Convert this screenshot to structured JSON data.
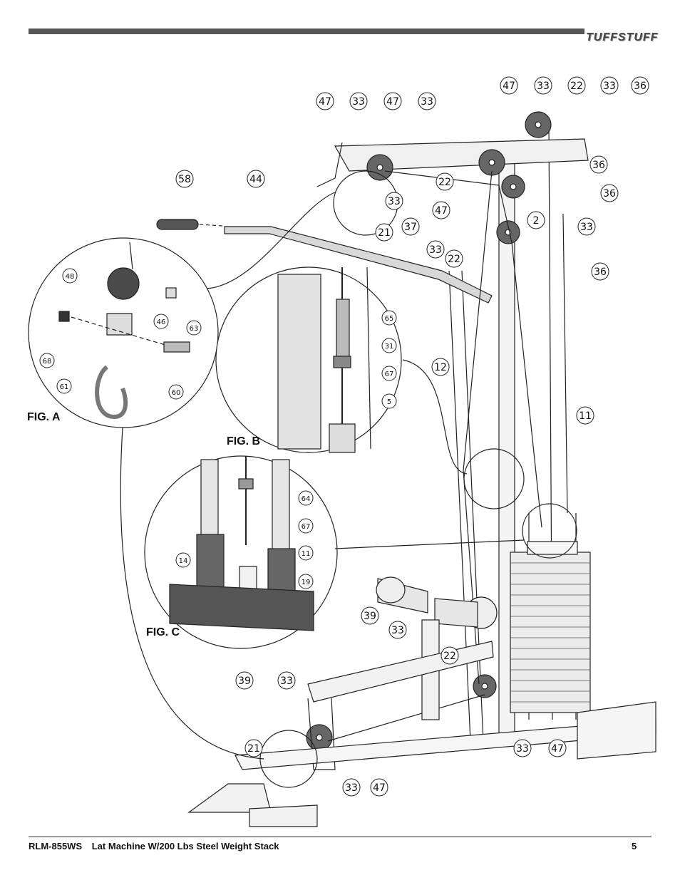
{
  "header": {
    "brand_logo": "TUFFSTUFF"
  },
  "figures": {
    "a": "FIG. A",
    "b": "FIG. B",
    "c": "FIG. C"
  },
  "callouts": {
    "top_row": [
      "47",
      "33",
      "47",
      "33",
      "47",
      "33",
      "22",
      "33",
      "36"
    ],
    "main": [
      "58",
      "44",
      "36",
      "22",
      "36",
      "47",
      "2",
      "33",
      "33",
      "36",
      "37",
      "21",
      "33",
      "22",
      "36",
      "33",
      "12",
      "11",
      "39",
      "33",
      "22",
      "39",
      "33",
      "21",
      "33",
      "47",
      "33",
      "47"
    ],
    "fig_a": [
      "48",
      "46",
      "63",
      "68",
      "60",
      "61"
    ],
    "fig_b": [
      "65",
      "31",
      "67",
      "5"
    ],
    "fig_c": [
      "64",
      "67",
      "11",
      "14",
      "19"
    ]
  },
  "footer": {
    "model": "RLM-855WS",
    "title": "Lat Machine W/200 Lbs Steel Weight Stack",
    "page_number": "5"
  }
}
